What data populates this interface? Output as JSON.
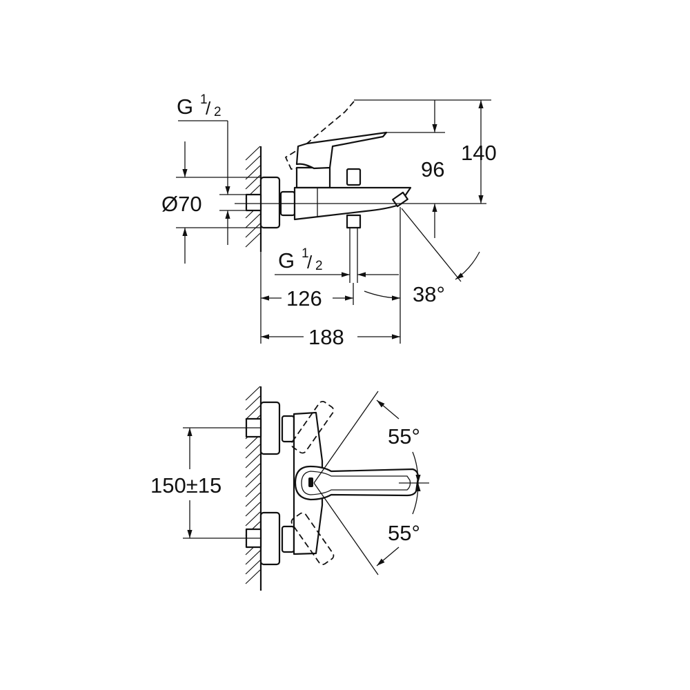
{
  "title": "Bath mixer dimension drawing",
  "side_view": {
    "inlet_thread_top": {
      "main": "G",
      "fraction_num": "1",
      "fraction_den": "2"
    },
    "diameter": "Ø70",
    "height_total": "140",
    "height_lever": "96",
    "outlet_thread": {
      "main": "G",
      "fraction_num": "1",
      "fraction_den": "2"
    },
    "depth_outlet": "126",
    "depth_total": "188",
    "spout_angle": "38°"
  },
  "front_view": {
    "inlet_spacing": "150±15",
    "lever_angle_up": "55°",
    "lever_angle_down": "55°"
  }
}
